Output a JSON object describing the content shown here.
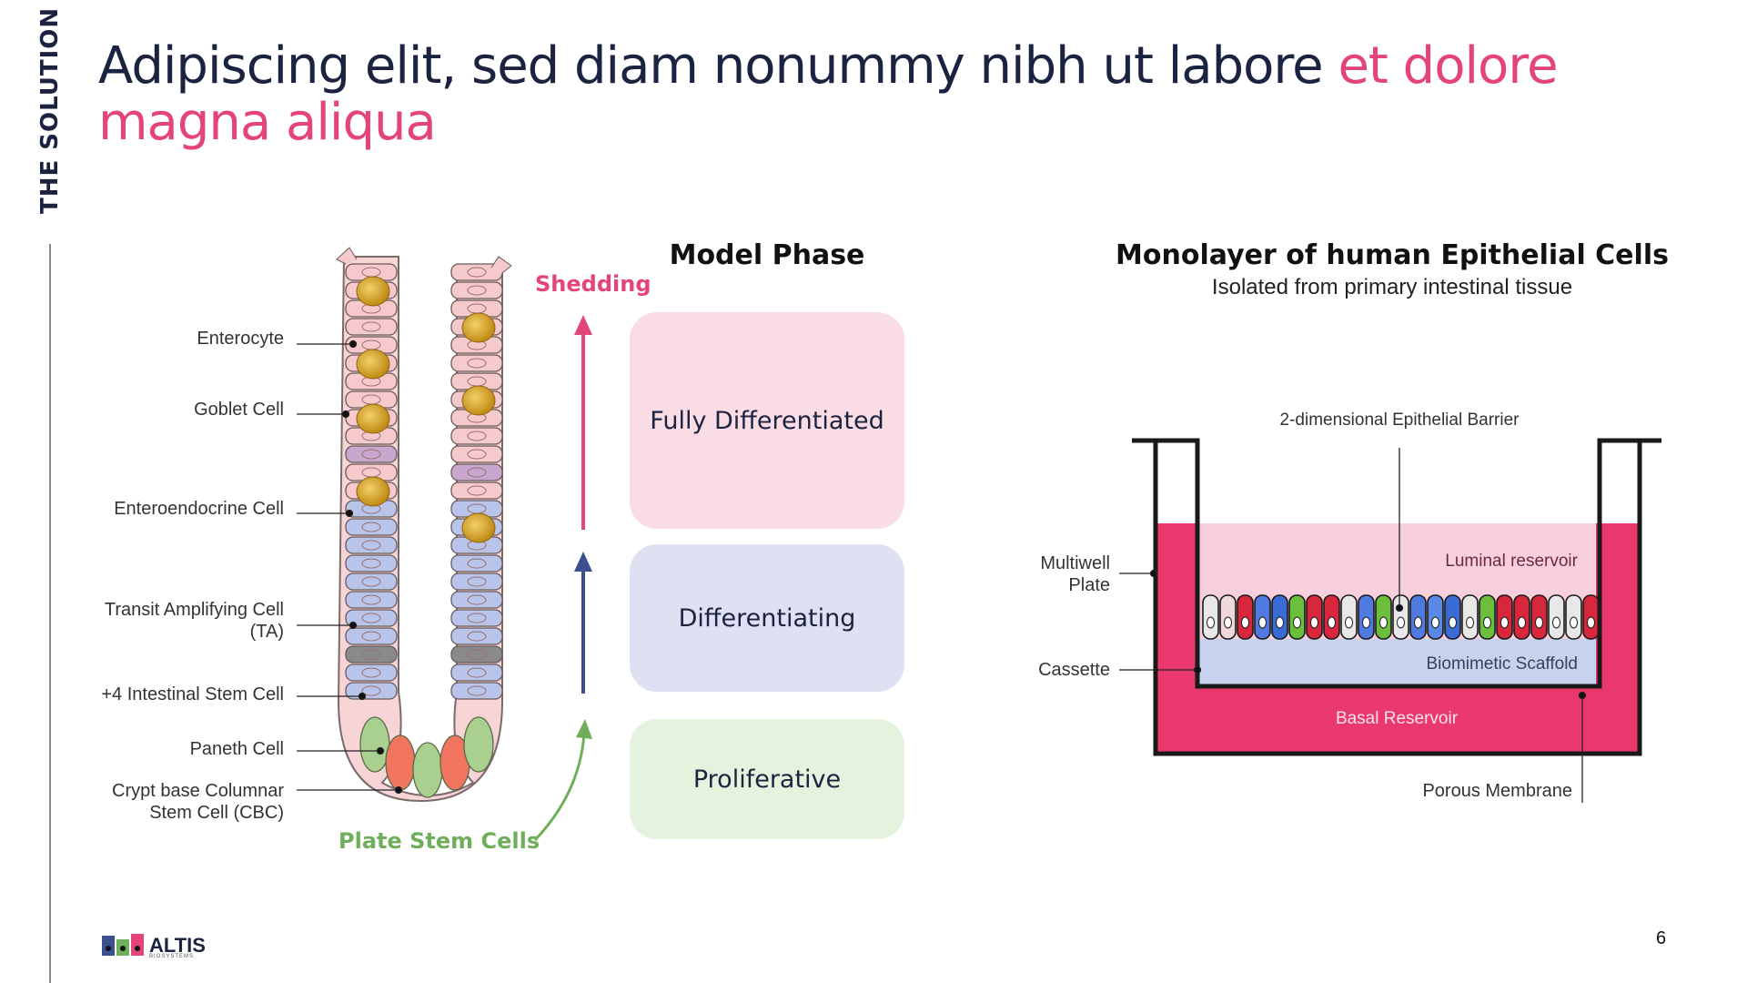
{
  "side_label": "THE SOLUTION",
  "title": {
    "main": "Adipiscing elit, sed diam nonummy nibh ut labore ",
    "accent": "et dolore magna aliqua"
  },
  "crypt": {
    "labels": [
      "Enterocyte",
      "Goblet Cell",
      "Enteroendocrine Cell",
      "Transit Amplifying Cell",
      "(TA)",
      "+4 Intestinal Stem Cell",
      "Paneth Cell",
      "Crypt base Columnar",
      "Stem Cell (CBC)"
    ],
    "shedding": "Shedding",
    "stem_cells": "Plate Stem Cells"
  },
  "model_phase": {
    "heading": "Model Phase",
    "phases": [
      "Fully Differentiated",
      "Differentiating",
      "Proliferative"
    ]
  },
  "monolayer": {
    "heading": "Monolayer of human Epithelial Cells",
    "subheading": "Isolated from primary intestinal tissue",
    "barrier_label": "2-dimensional Epithelial Barrier",
    "multiwell_line1": "Multiwell",
    "multiwell_line2": "Plate",
    "cassette": "Cassette",
    "luminal": "Luminal reservoir",
    "scaffold": "Biomimetic Scaffold",
    "basal": "Basal Reservoir",
    "membrane": "Porous Membrane"
  },
  "colors": {
    "navy": "#1b2340",
    "pink": "#e3457a",
    "green": "#6fae5a",
    "blue_arrow": "#3c4f8f"
  },
  "footer": {
    "logo_text": "ALTIS",
    "logo_sub": "BIOSYSTEMS",
    "page_number": "6"
  }
}
